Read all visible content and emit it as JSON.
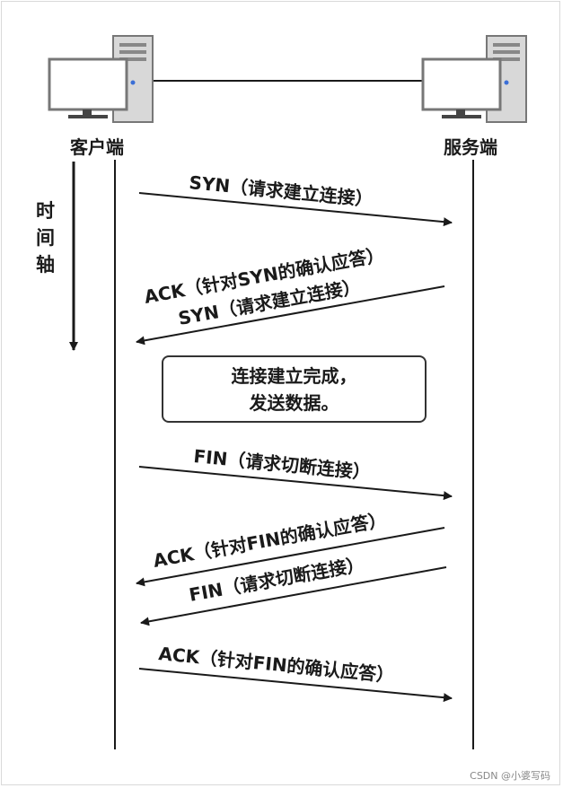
{
  "hosts": {
    "client": "客户端",
    "server": "服务端"
  },
  "time_axis": [
    "时",
    "间",
    "轴"
  ],
  "messages": {
    "syn": "SYN（请求建立连接）",
    "ack_syn": "ACK（针对SYN的确认应答）",
    "syn_reply": "SYN（请求建立连接）",
    "fin_client": "FIN（请求切断连接）",
    "ack_fin_server": "ACK（针对FIN的确认应答）",
    "fin_server": "FIN（请求切断连接）",
    "ack_fin_client": "ACK（针对FIN的确认应答）"
  },
  "data_box": {
    "line1": "连接建立完成，",
    "line2": "发送数据。"
  },
  "watermark": "CSDN @小婆写码",
  "colors": {
    "line": "#1a1a1a",
    "computer_frame": "#777777",
    "computer_case": "#d8d8d8"
  }
}
